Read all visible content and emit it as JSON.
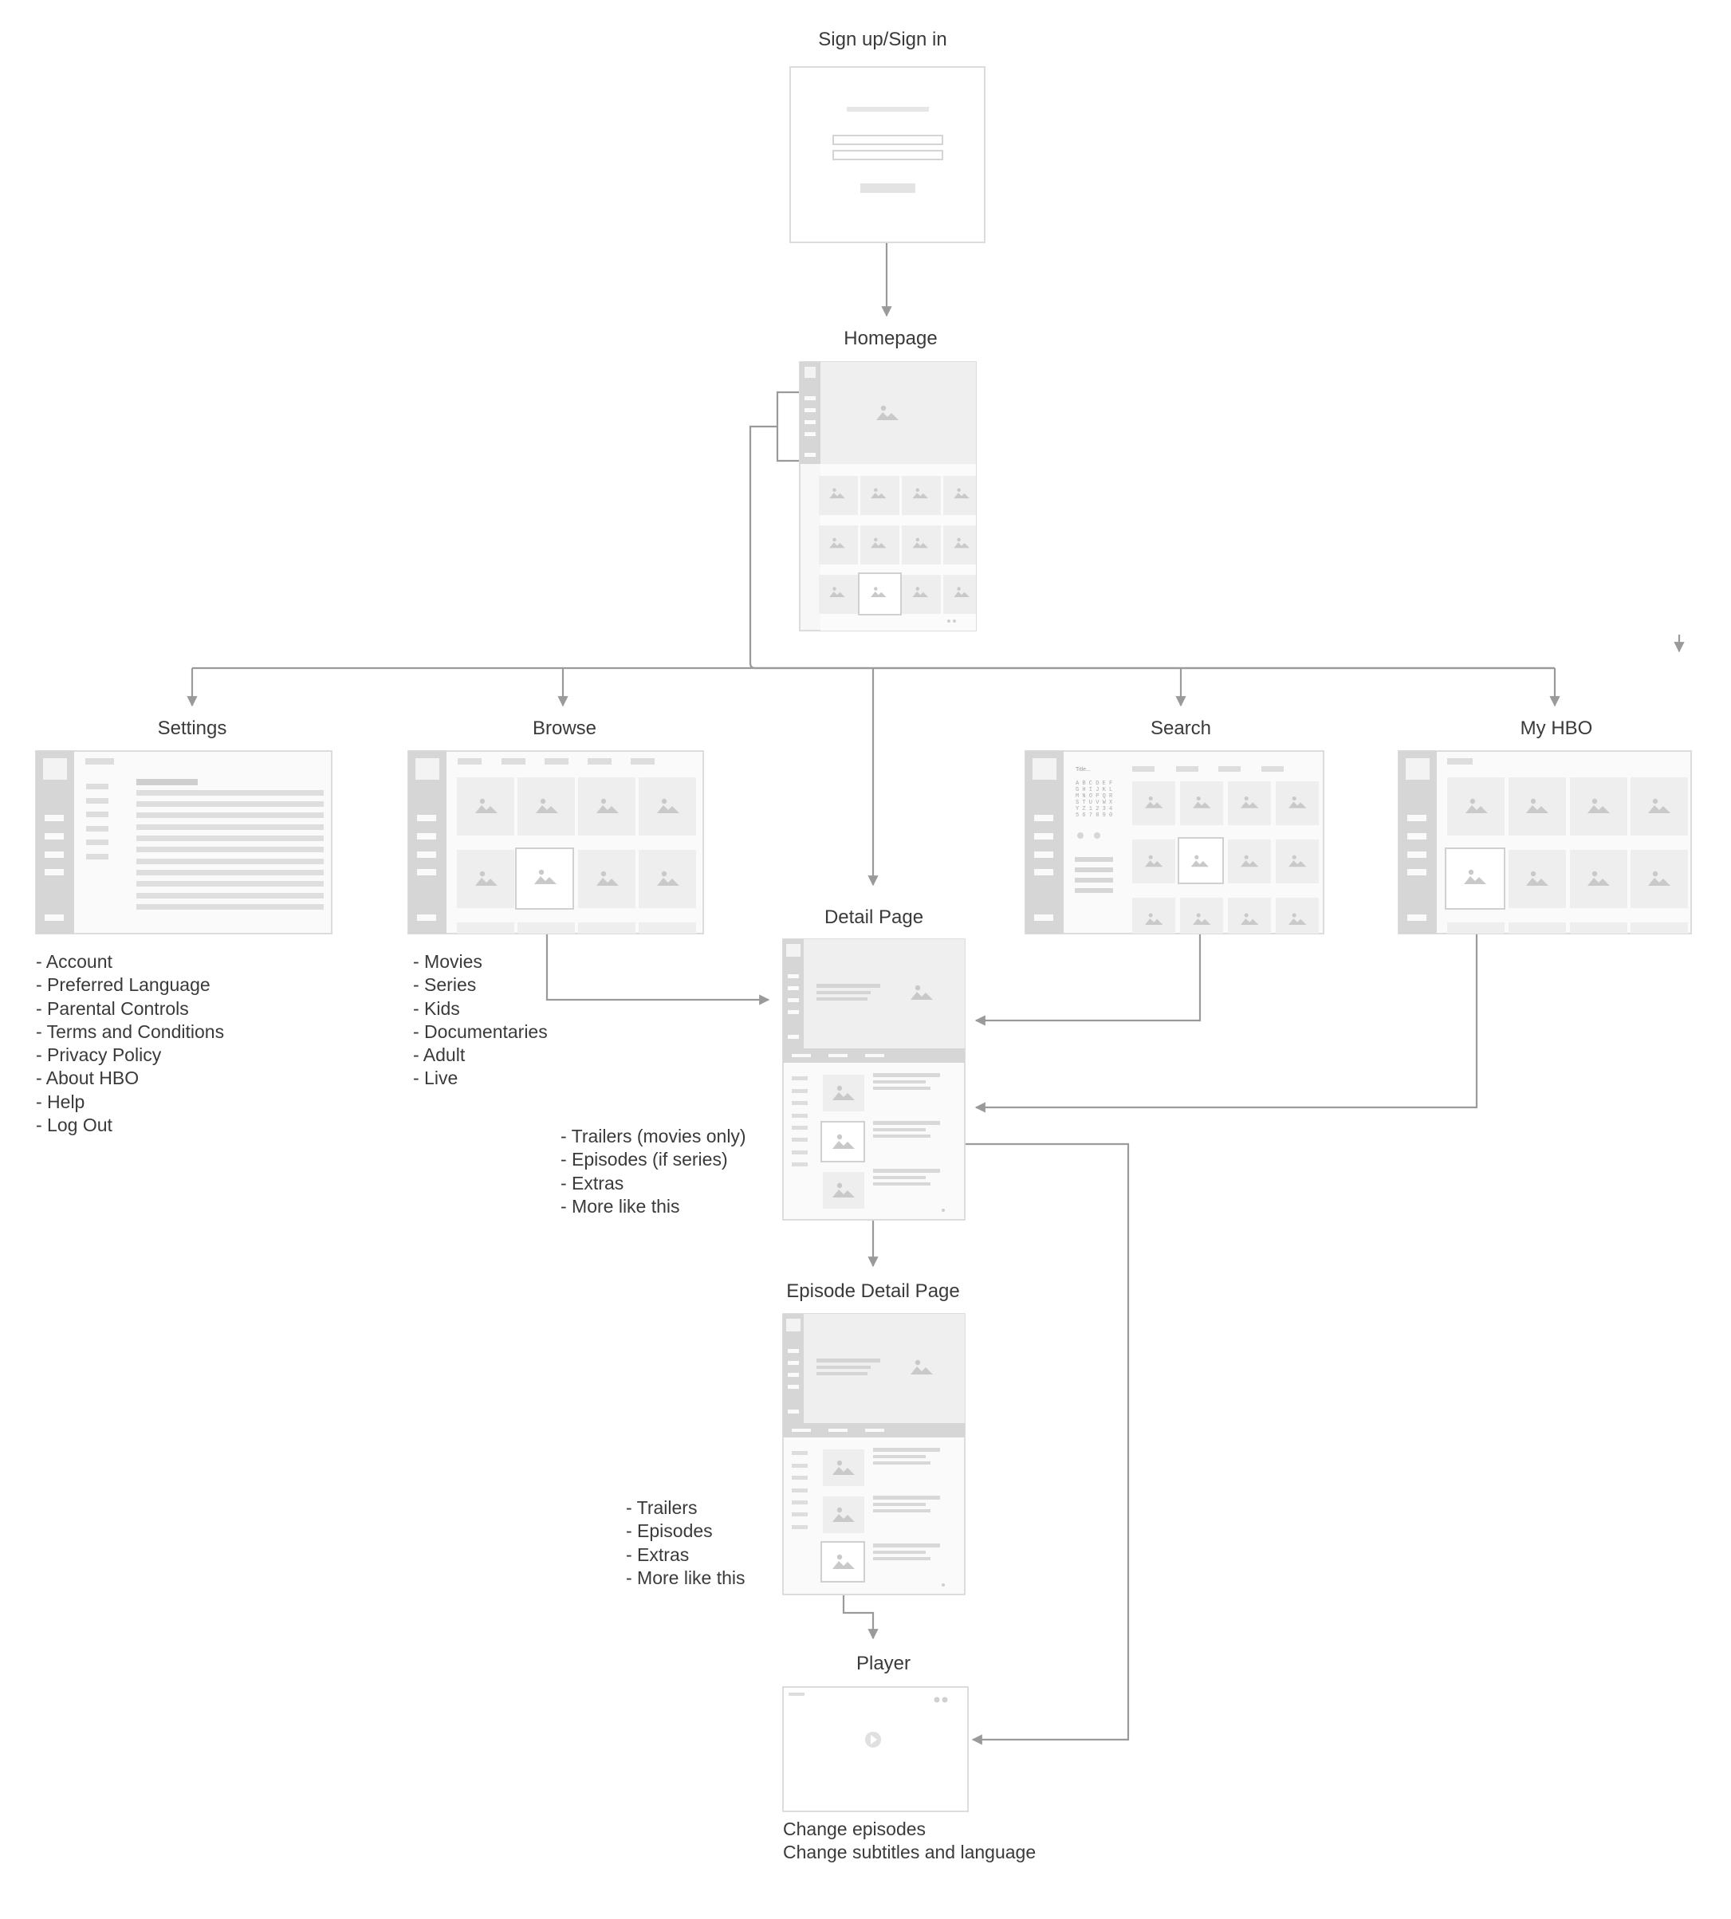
{
  "screens": {
    "signin": {
      "title": "Sign up/Sign in"
    },
    "homepage": {
      "title": "Homepage"
    },
    "settings": {
      "title": "Settings",
      "items": [
        "- Account",
        "- Preferred Language",
        "- Parental Controls",
        "- Terms and Conditions",
        "- Privacy Policy",
        "- About HBO",
        "- Help",
        "- Log Out"
      ]
    },
    "browse": {
      "title": "Browse",
      "items": [
        "- Movies",
        "- Series",
        "- Kids",
        "- Documentaries",
        "- Adult",
        "- Live"
      ]
    },
    "search": {
      "title": "Search",
      "keyboard_title": "Title...",
      "keyboard_rows": [
        "A B C D E F",
        "G H I J K L",
        "M N O P Q R",
        "S T U V W X",
        "Y Z 1 2 3 4",
        "5 6 7 8 9 0"
      ]
    },
    "myhbo": {
      "title": "My HBO"
    },
    "detail": {
      "title": "Detail Page",
      "items": [
        "- Trailers (movies only)",
        "- Episodes (if series)",
        "- Extras",
        "- More like this"
      ]
    },
    "episode": {
      "title": "Episode Detail Page",
      "items": [
        "- Trailers",
        "- Episodes",
        "- Extras",
        "- More like this"
      ]
    },
    "player": {
      "title": "Player",
      "items": [
        "Change episodes",
        "Change subtitles and language"
      ]
    }
  },
  "colors": {
    "line": "#9a9a9a",
    "frame": "#dcdcdc",
    "block": "#ededed",
    "bar": "#d4d4d4",
    "sidebar": "#d6d6d6",
    "text": "#3a3a3a"
  }
}
